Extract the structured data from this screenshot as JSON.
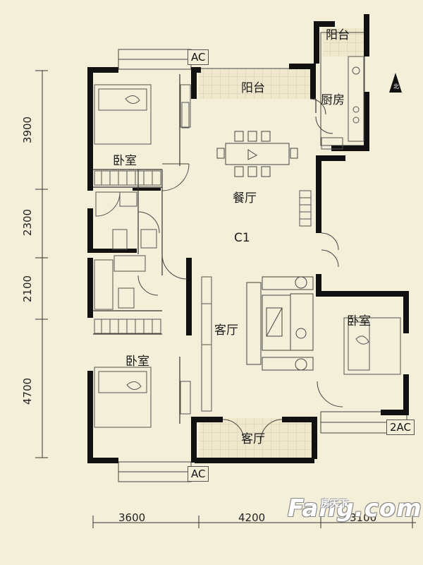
{
  "rooms": {
    "balcony_top_small": "阳台",
    "balcony_top": "阳台",
    "kitchen": "厨房",
    "bedroom_top_left": "卧室",
    "dining": "餐厅",
    "center": "C1",
    "living": "客厅",
    "bedroom_right": "卧室",
    "bedroom_bottom_left": "卧室",
    "living_bottom": "客厅"
  },
  "ac_labels": {
    "top": "AC",
    "bottom": "AC",
    "right": "2AC"
  },
  "dimensions": {
    "left": [
      "3900",
      "2300",
      "2100",
      "4700"
    ],
    "bottom": [
      "3600",
      "4200",
      "3100"
    ]
  },
  "compass": {
    "icon": "north-arrow-icon",
    "label": "北"
  },
  "watermark": {
    "brand": "Fang.com",
    "chinese": "房天下"
  },
  "colors": {
    "background": "#f4efd9",
    "wall": "#111111",
    "floor_tile": "#eae3c4"
  }
}
